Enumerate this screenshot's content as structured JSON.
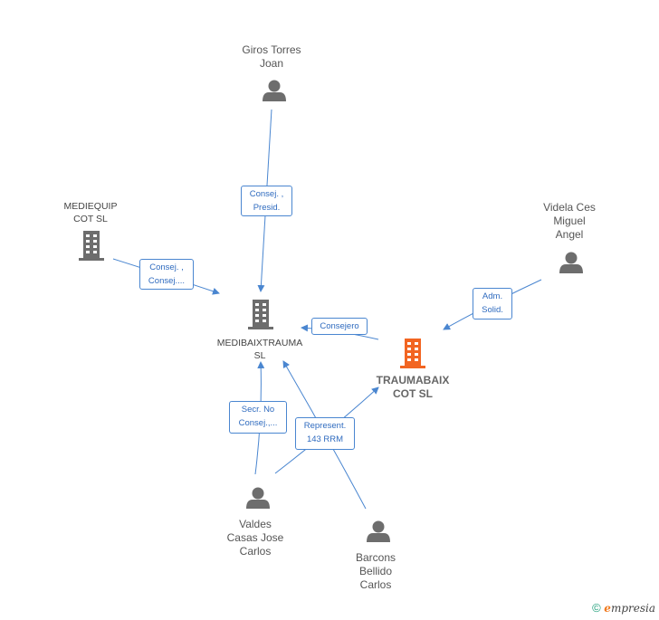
{
  "nodes": {
    "giros": {
      "label": "Giros Torres\nJoan",
      "type": "person"
    },
    "mediequip": {
      "label": "MEDIEQUIP\nCOT SL",
      "type": "company"
    },
    "medibaix": {
      "label": "MEDIBAIXTRAUMA\nSL",
      "type": "company"
    },
    "videla": {
      "label": "Videla Ces\nMiguel\nAngel",
      "type": "person"
    },
    "traumabaix": {
      "label": "TRAUMABAIX\nCOT SL",
      "type": "company-focus"
    },
    "valdes": {
      "label": "Valdes\nCasas Jose\nCarlos",
      "type": "person"
    },
    "barcons": {
      "label": "Barcons\nBellido\nCarlos",
      "type": "person"
    }
  },
  "edges": {
    "giros_medibaix": "Consej. ,\nPresid.",
    "mediequip_medibaix": "Consej. ,\nConsej....",
    "traumabaix_medibaix": "Consejero",
    "videla_traumabaix": "Adm.\nSolid.",
    "valdes_medibaix": "Secr.  No\nConsej.,...",
    "valdes_traumabaix": "Represent.\n143 RRM"
  },
  "colors": {
    "edge": "#4a86d0",
    "person_icon": "#6d6d6d",
    "company_icon": "#6d6d6d",
    "focus_company_icon": "#f26522"
  },
  "footer": {
    "copyright_symbol": "©",
    "brand_initial": "e",
    "brand_rest": "mpresia"
  }
}
